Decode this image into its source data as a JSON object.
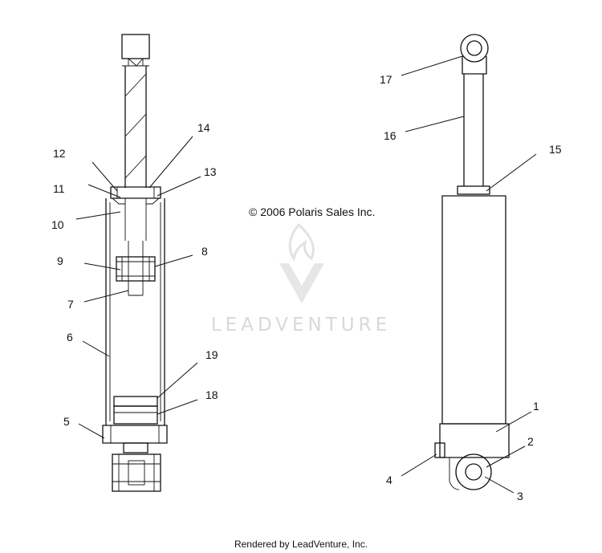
{
  "copyright": "© 2006 Polaris Sales Inc.",
  "watermark": "LEADVENTURE",
  "footer": "Rendered by LeadVenture, Inc.",
  "callouts": [
    "1",
    "2",
    "3",
    "4",
    "5",
    "6",
    "7",
    "8",
    "9",
    "10",
    "11",
    "12",
    "13",
    "14",
    "15",
    "16",
    "17",
    "18",
    "19"
  ]
}
